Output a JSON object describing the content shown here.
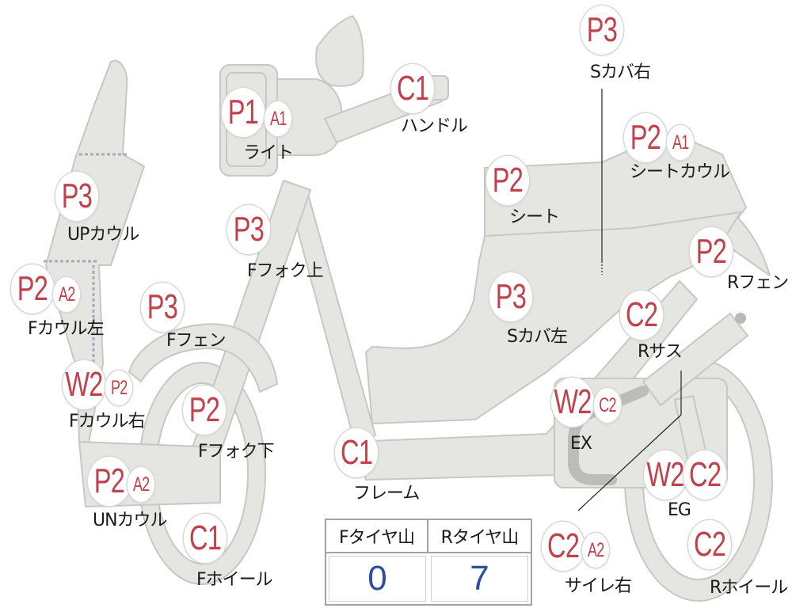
{
  "colors": {
    "code": "#c0424c",
    "value": "#2d4d9e",
    "part_fill": "#e5e5e1",
    "part_stroke": "#c7c7c3"
  },
  "parts": [
    {
      "codes": [
        "P1",
        "A1"
      ],
      "label": "ライト"
    },
    {
      "codes": [
        "C1"
      ],
      "label": "ハンドル"
    },
    {
      "codes": [
        "P3"
      ],
      "label": "Sカバ右"
    },
    {
      "codes": [
        "P2",
        "A1"
      ],
      "label": "シートカウル"
    },
    {
      "codes": [
        "P2"
      ],
      "label": "シート"
    },
    {
      "codes": [
        "P3"
      ],
      "label": "UPカウル"
    },
    {
      "codes": [
        "P3"
      ],
      "label": "Fフォク上"
    },
    {
      "codes": [
        "P2"
      ],
      "label": "Rフェン"
    },
    {
      "codes": [
        "P2",
        "A2"
      ],
      "label": "Fカウル左"
    },
    {
      "codes": [
        "P3"
      ],
      "label": "Fフェン"
    },
    {
      "codes": [
        "P3"
      ],
      "label": "Sカバ左"
    },
    {
      "codes": [
        "C2"
      ],
      "label": "Rサス"
    },
    {
      "codes": [
        "W2",
        "P2"
      ],
      "label": "Fカウル右"
    },
    {
      "codes": [
        "P2"
      ],
      "label": "Fフォク下"
    },
    {
      "codes": [
        "W2",
        "C2"
      ],
      "label": "EX"
    },
    {
      "codes": [
        "C1"
      ],
      "label": "フレーム"
    },
    {
      "codes": [
        "P2",
        "A2"
      ],
      "label": "UNカウル"
    },
    {
      "codes": [
        "W2",
        "C2"
      ],
      "label": "EG"
    },
    {
      "codes": [
        "C1"
      ],
      "label": "Fホイール"
    },
    {
      "codes": [
        "C2",
        "A2"
      ],
      "label": "サイレ右"
    },
    {
      "codes": [
        "C2"
      ],
      "label": "Rホイール"
    }
  ],
  "tire_table": {
    "headers": [
      "Fタイヤ山",
      "Rタイヤ山"
    ],
    "values": [
      0,
      7
    ]
  }
}
